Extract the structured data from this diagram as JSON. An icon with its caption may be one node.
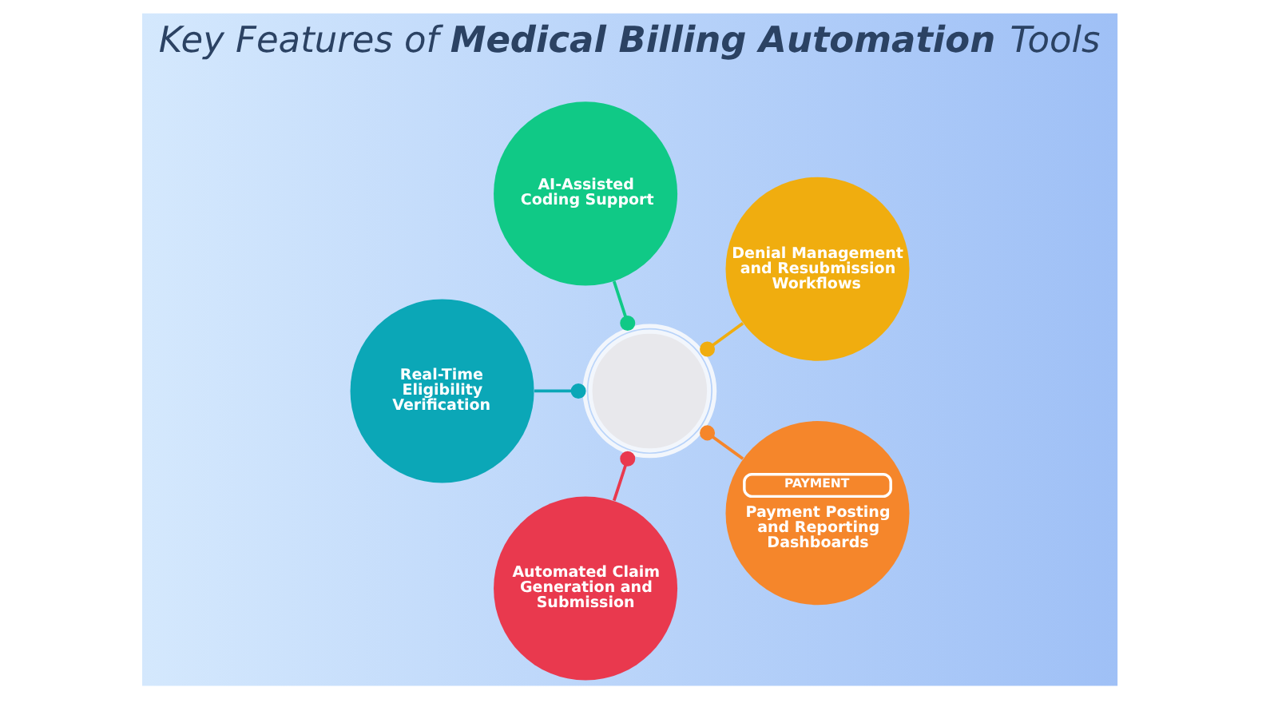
{
  "diagram": {
    "title": "Key Features of **Medical Billing Automation** Tools",
    "nodes": [
      {
        "text": [
          "AI-Assisted Coding Support"
        ]
      },
      {
        "text": [
          "Real-Time Eligibility Verification"
        ]
      },
      {
        "text": [
          "Denial Management and Resubmission Workflows"
        ]
      },
      {
        "text": [
          "Automated Claim Generation and Submission"
        ]
      },
      {
        "text": [],
        "shape": "circle"
      },
      {
        "text": [
          "PAYMENT",
          "Payment Posting and Reporting Dashboards"
        ]
      }
    ],
    "edges": [
      {
        "from": 3,
        "to": 4,
        "arrow": "other",
        "color": "#e9394e"
      },
      {
        "from": 1,
        "to": 4,
        "arrow": "other",
        "color": "#0ba7b7"
      },
      {
        "from": 0,
        "to": 4,
        "arrow": "other",
        "color": "#10c986"
      },
      {
        "from": 2,
        "to": 4,
        "arrow": "other",
        "color": "#f0ad0f"
      },
      {
        "from": 5,
        "to": 4,
        "arrow": "other",
        "color": "#f5862b"
      }
    ]
  }
}
